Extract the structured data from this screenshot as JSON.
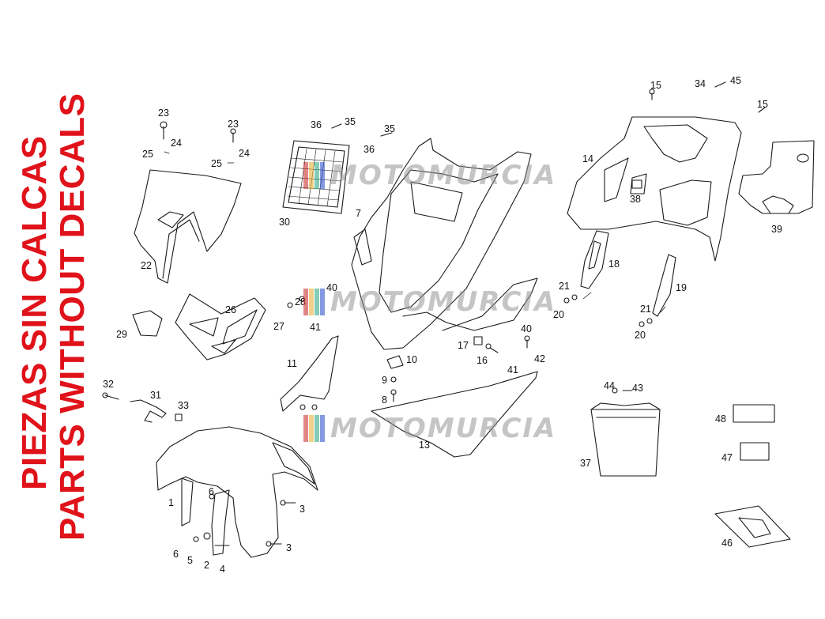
{
  "title_lines": [
    "PIEZAS SIN CALCAS",
    "PARTS WITHOUT DECALS"
  ],
  "watermark": "MOTOMURCIA",
  "colors": {
    "title": "#e0121a",
    "line": "#1a1a1a",
    "watermark": "#9a9a9a"
  },
  "labels": {
    "n1": "1",
    "n2": "2",
    "n3a": "3",
    "n3b": "3",
    "n4": "4",
    "n5": "5",
    "n6a": "6",
    "n6b": "6",
    "n7": "7",
    "n8": "8",
    "n9": "9",
    "n10": "10",
    "n11": "11",
    "n13": "13",
    "n14": "14",
    "n15a": "15",
    "n15b": "15",
    "n16": "16",
    "n17": "17",
    "n18": "18",
    "n19": "19",
    "n20a": "20",
    "n20b": "20",
    "n21a": "21",
    "n21b": "21",
    "n22": "22",
    "n23a": "23",
    "n23b": "23",
    "n24a": "24",
    "n24b": "24",
    "n25a": "25",
    "n25b": "25",
    "n26": "26",
    "n27": "27",
    "n28": "28",
    "n29": "29",
    "n30": "30",
    "n31": "31",
    "n32": "32",
    "n33": "33",
    "n34": "34",
    "n35a": "35",
    "n35b": "35",
    "n36a": "36",
    "n36b": "36",
    "n37": "37",
    "n38": "38",
    "n39": "39",
    "n40a": "40",
    "n40b": "40",
    "n41a": "41",
    "n41b": "41",
    "n42": "42",
    "n43": "43",
    "n44": "44",
    "n45": "45",
    "n46": "46",
    "n47": "47",
    "n48": "48"
  }
}
